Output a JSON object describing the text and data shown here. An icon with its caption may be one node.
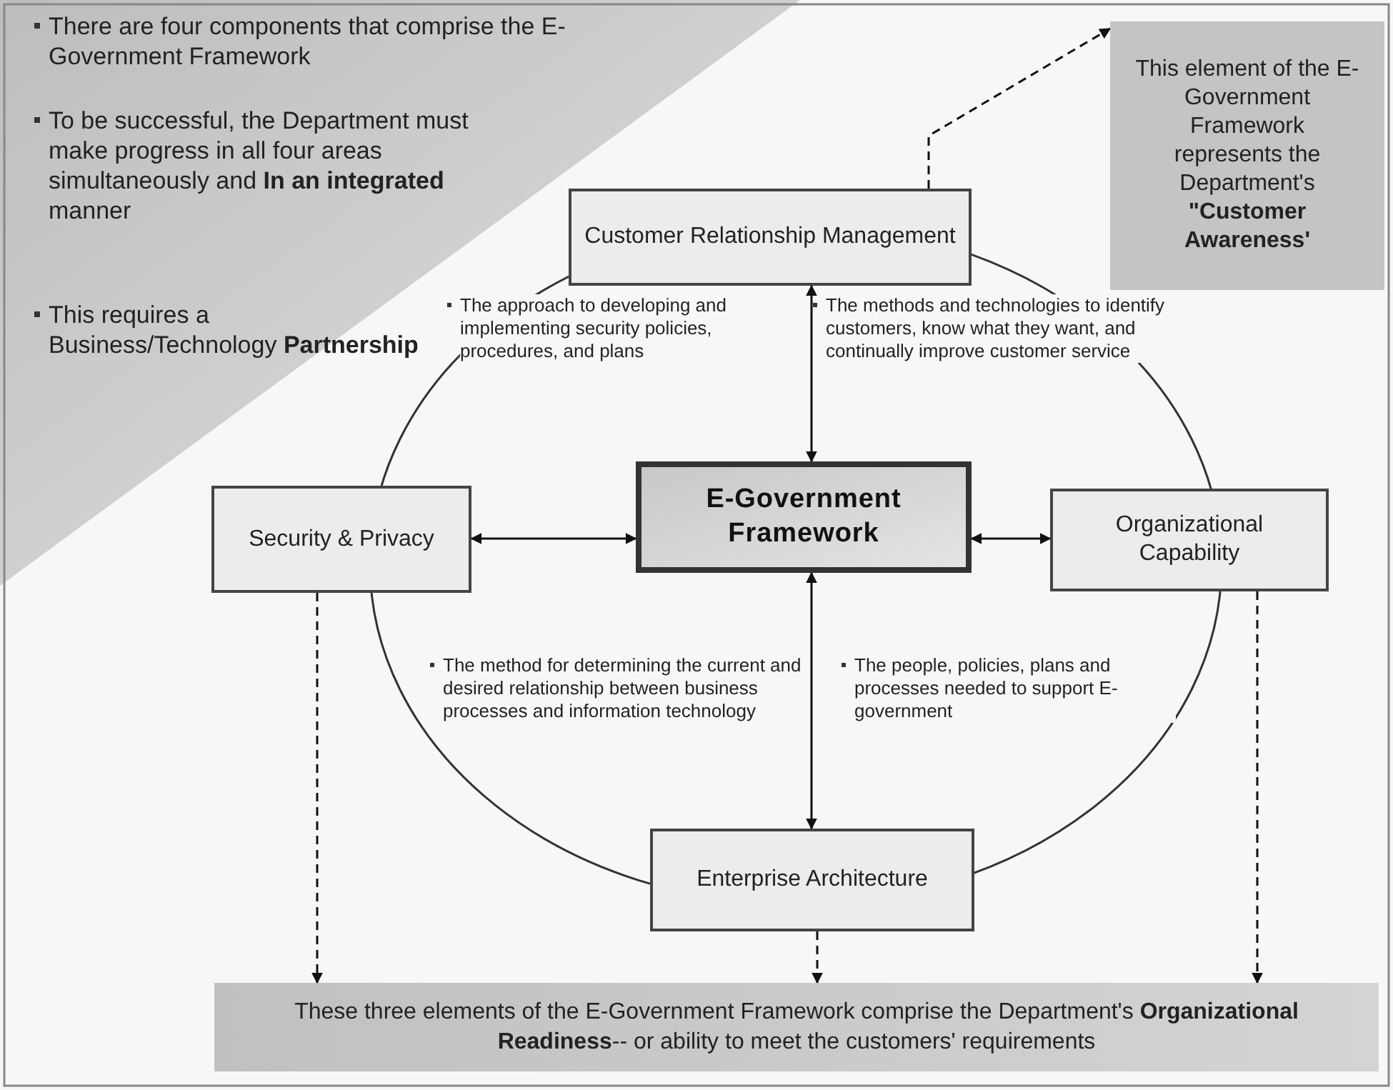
{
  "diagram": {
    "nodes": [
      {
        "text": [
          "There are four components that comprise the E-Government Framework",
          "To be successful, the Department must make progress in all four areas simultaneously and **In an integrated** manner",
          "This requires a Business/Technology **Partnership**"
        ]
      },
      {
        "text": [
          "Customer Relationship Management"
        ]
      },
      {
        "text": [
          "Security & Privacy"
        ]
      },
      {
        "text": [
          "E-Government Framework"
        ]
      },
      {
        "text": [
          "Organizational Capability"
        ]
      },
      {
        "text": [
          "Enterprise Architecture"
        ]
      },
      {
        "text": [
          "This element of the E-Government Framework represents the Department's **\"Customer Awareness'**"
        ]
      },
      {
        "text": [
          "These three elements of the E-Government Framework comprise the Department's **Organizational Readiness**-- or ability to meet the customers' requirements"
        ]
      }
    ],
    "edges": [
      {
        "from": 1,
        "to": 3,
        "arrow": "both"
      },
      {
        "from": 2,
        "to": 3,
        "arrow": "both"
      },
      {
        "from": 3,
        "to": 4,
        "arrow": "both"
      },
      {
        "from": 3,
        "to": 5,
        "arrow": "both"
      },
      {
        "from": 1,
        "to": 6,
        "arrow": "to",
        "style": "dashed"
      },
      {
        "from": 2,
        "to": 7,
        "arrow": "to",
        "style": "dashed"
      },
      {
        "from": 5,
        "to": 7,
        "arrow": "to",
        "style": "dashed"
      },
      {
        "from": 4,
        "to": 7,
        "arrow": "to",
        "style": "dashed"
      }
    ],
    "labels": [
      "The approach to developing and implementing security policies, procedures, and plans",
      "The methods and technologies to identify customers, know what they want, and continually improve customer service",
      "The method for determining the current and desired relationship between business processes and information technology",
      "The people, policies, plans and processes needed to support E-government"
    ]
  }
}
